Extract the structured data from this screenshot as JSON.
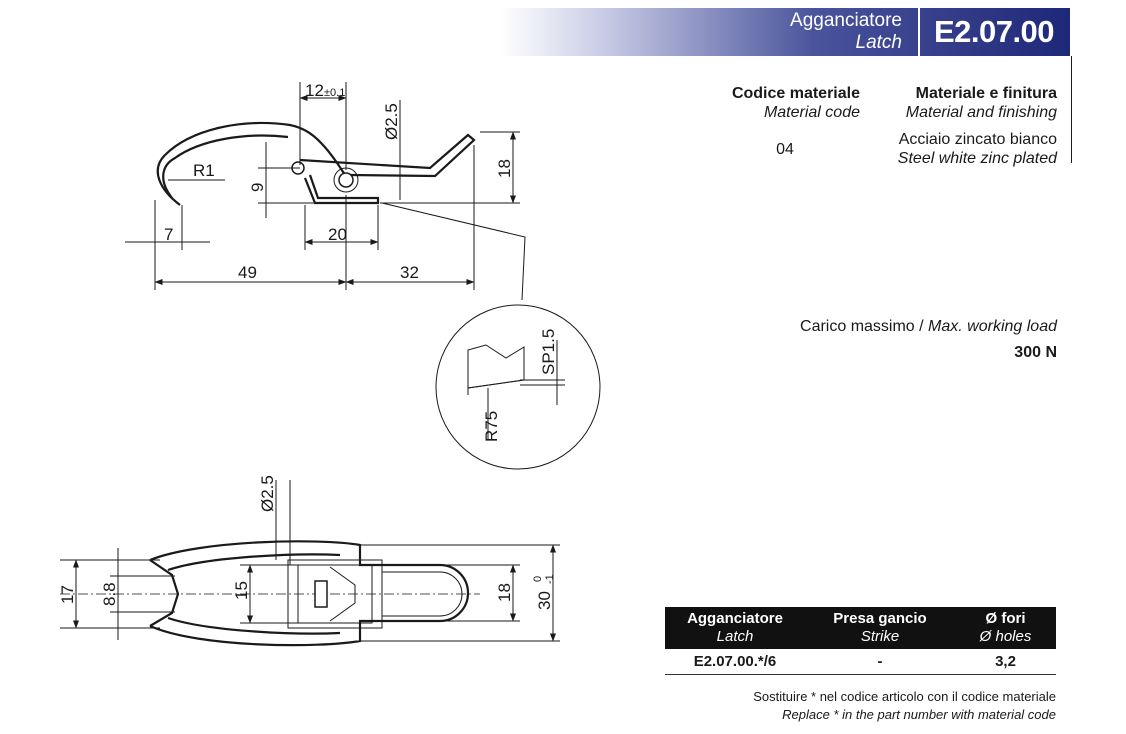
{
  "header": {
    "title_it": "Agganciatore",
    "title_en": "Latch",
    "code": "E2.07.00"
  },
  "material": {
    "code_label_it": "Codice materiale",
    "code_label_en": "Material code",
    "finish_label_it": "Materiale e finitura",
    "finish_label_en": "Material and finishing",
    "code_value": "04",
    "finish_value_it": "Acciaio zincato bianco",
    "finish_value_en": "Steel white zinc plated"
  },
  "load": {
    "label_it": "Carico massimo / ",
    "label_en": "Max. working load",
    "value": "300 N"
  },
  "table": {
    "headers": [
      {
        "it": "Agganciatore",
        "en": "Latch"
      },
      {
        "it": "Presa gancio",
        "en": "Strike"
      },
      {
        "it": "Ø fori",
        "en": "Ø holes"
      }
    ],
    "rows": [
      [
        "E2.07.00.*/6",
        "-",
        "3,2"
      ]
    ]
  },
  "note": {
    "it": "Sostituire * nel codice articolo con il codice materiale",
    "en": "Replace * in the part number with material code"
  },
  "dimensions": {
    "d12": "12",
    "tol01": "±0.1",
    "d25_top": "Ø2.5",
    "d18_side": "18",
    "r1": "R1",
    "d9": "9",
    "d7": "7",
    "d20": "20",
    "d49": "49",
    "d32": "32",
    "sp15": "SP1.5",
    "r75": "R75",
    "d25_bottom": "Ø2.5",
    "d17": "17",
    "d88": "8.8",
    "d15": "15",
    "d18_bottom": "18",
    "d30": "30",
    "tol30_upper": "0",
    "tol30_lower": "-1"
  }
}
